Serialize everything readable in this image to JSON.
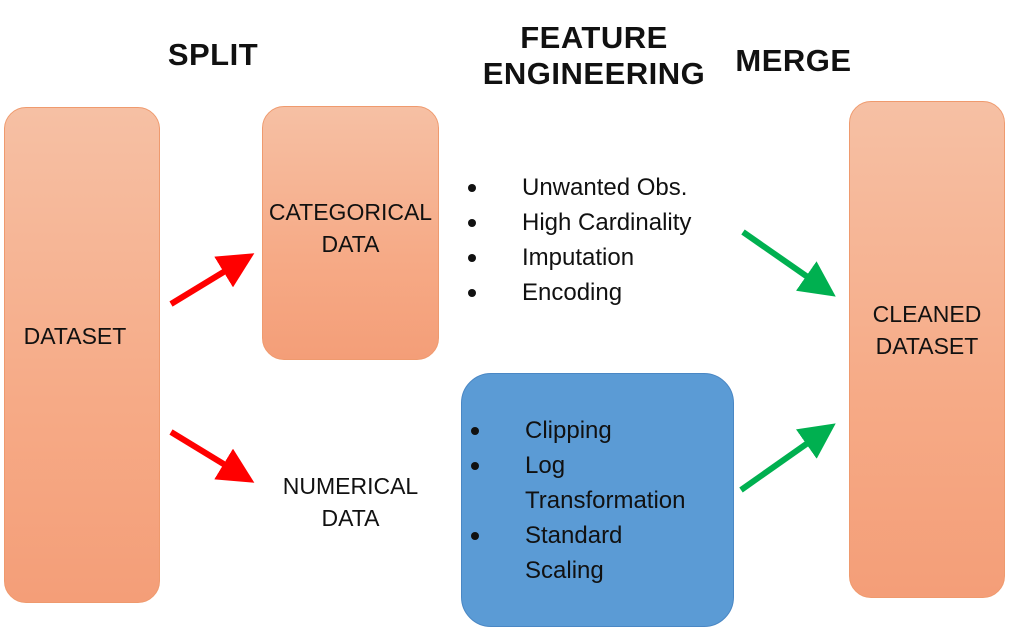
{
  "headings": {
    "split": "SPLIT",
    "feature_line1": "FEATURE",
    "feature_line2": "ENGINEERING",
    "merge": "MERGE"
  },
  "nodes": {
    "dataset": "DATASET",
    "categorical_line1": "CATEGORICAL",
    "categorical_line2": "DATA",
    "numerical_line1": "NUMERICAL",
    "numerical_line2": "DATA",
    "cleaned_line1": "CLEANED",
    "cleaned_line2": "DATASET"
  },
  "categorical_steps": [
    "Unwanted Obs.",
    "High Cardinality",
    "Imputation",
    "Encoding"
  ],
  "numerical_steps": [
    {
      "line1": "Clipping",
      "line2": ""
    },
    {
      "line1": "Log",
      "line2": "Transformation"
    },
    {
      "line1": "Standard",
      "line2": "Scaling"
    }
  ],
  "colors": {
    "box_fill": "#f6b293",
    "box_border": "#ef9a6e",
    "numeric_box_fill": "#5b9bd5",
    "split_arrow": "#ff0000",
    "merge_arrow": "#00b050"
  }
}
